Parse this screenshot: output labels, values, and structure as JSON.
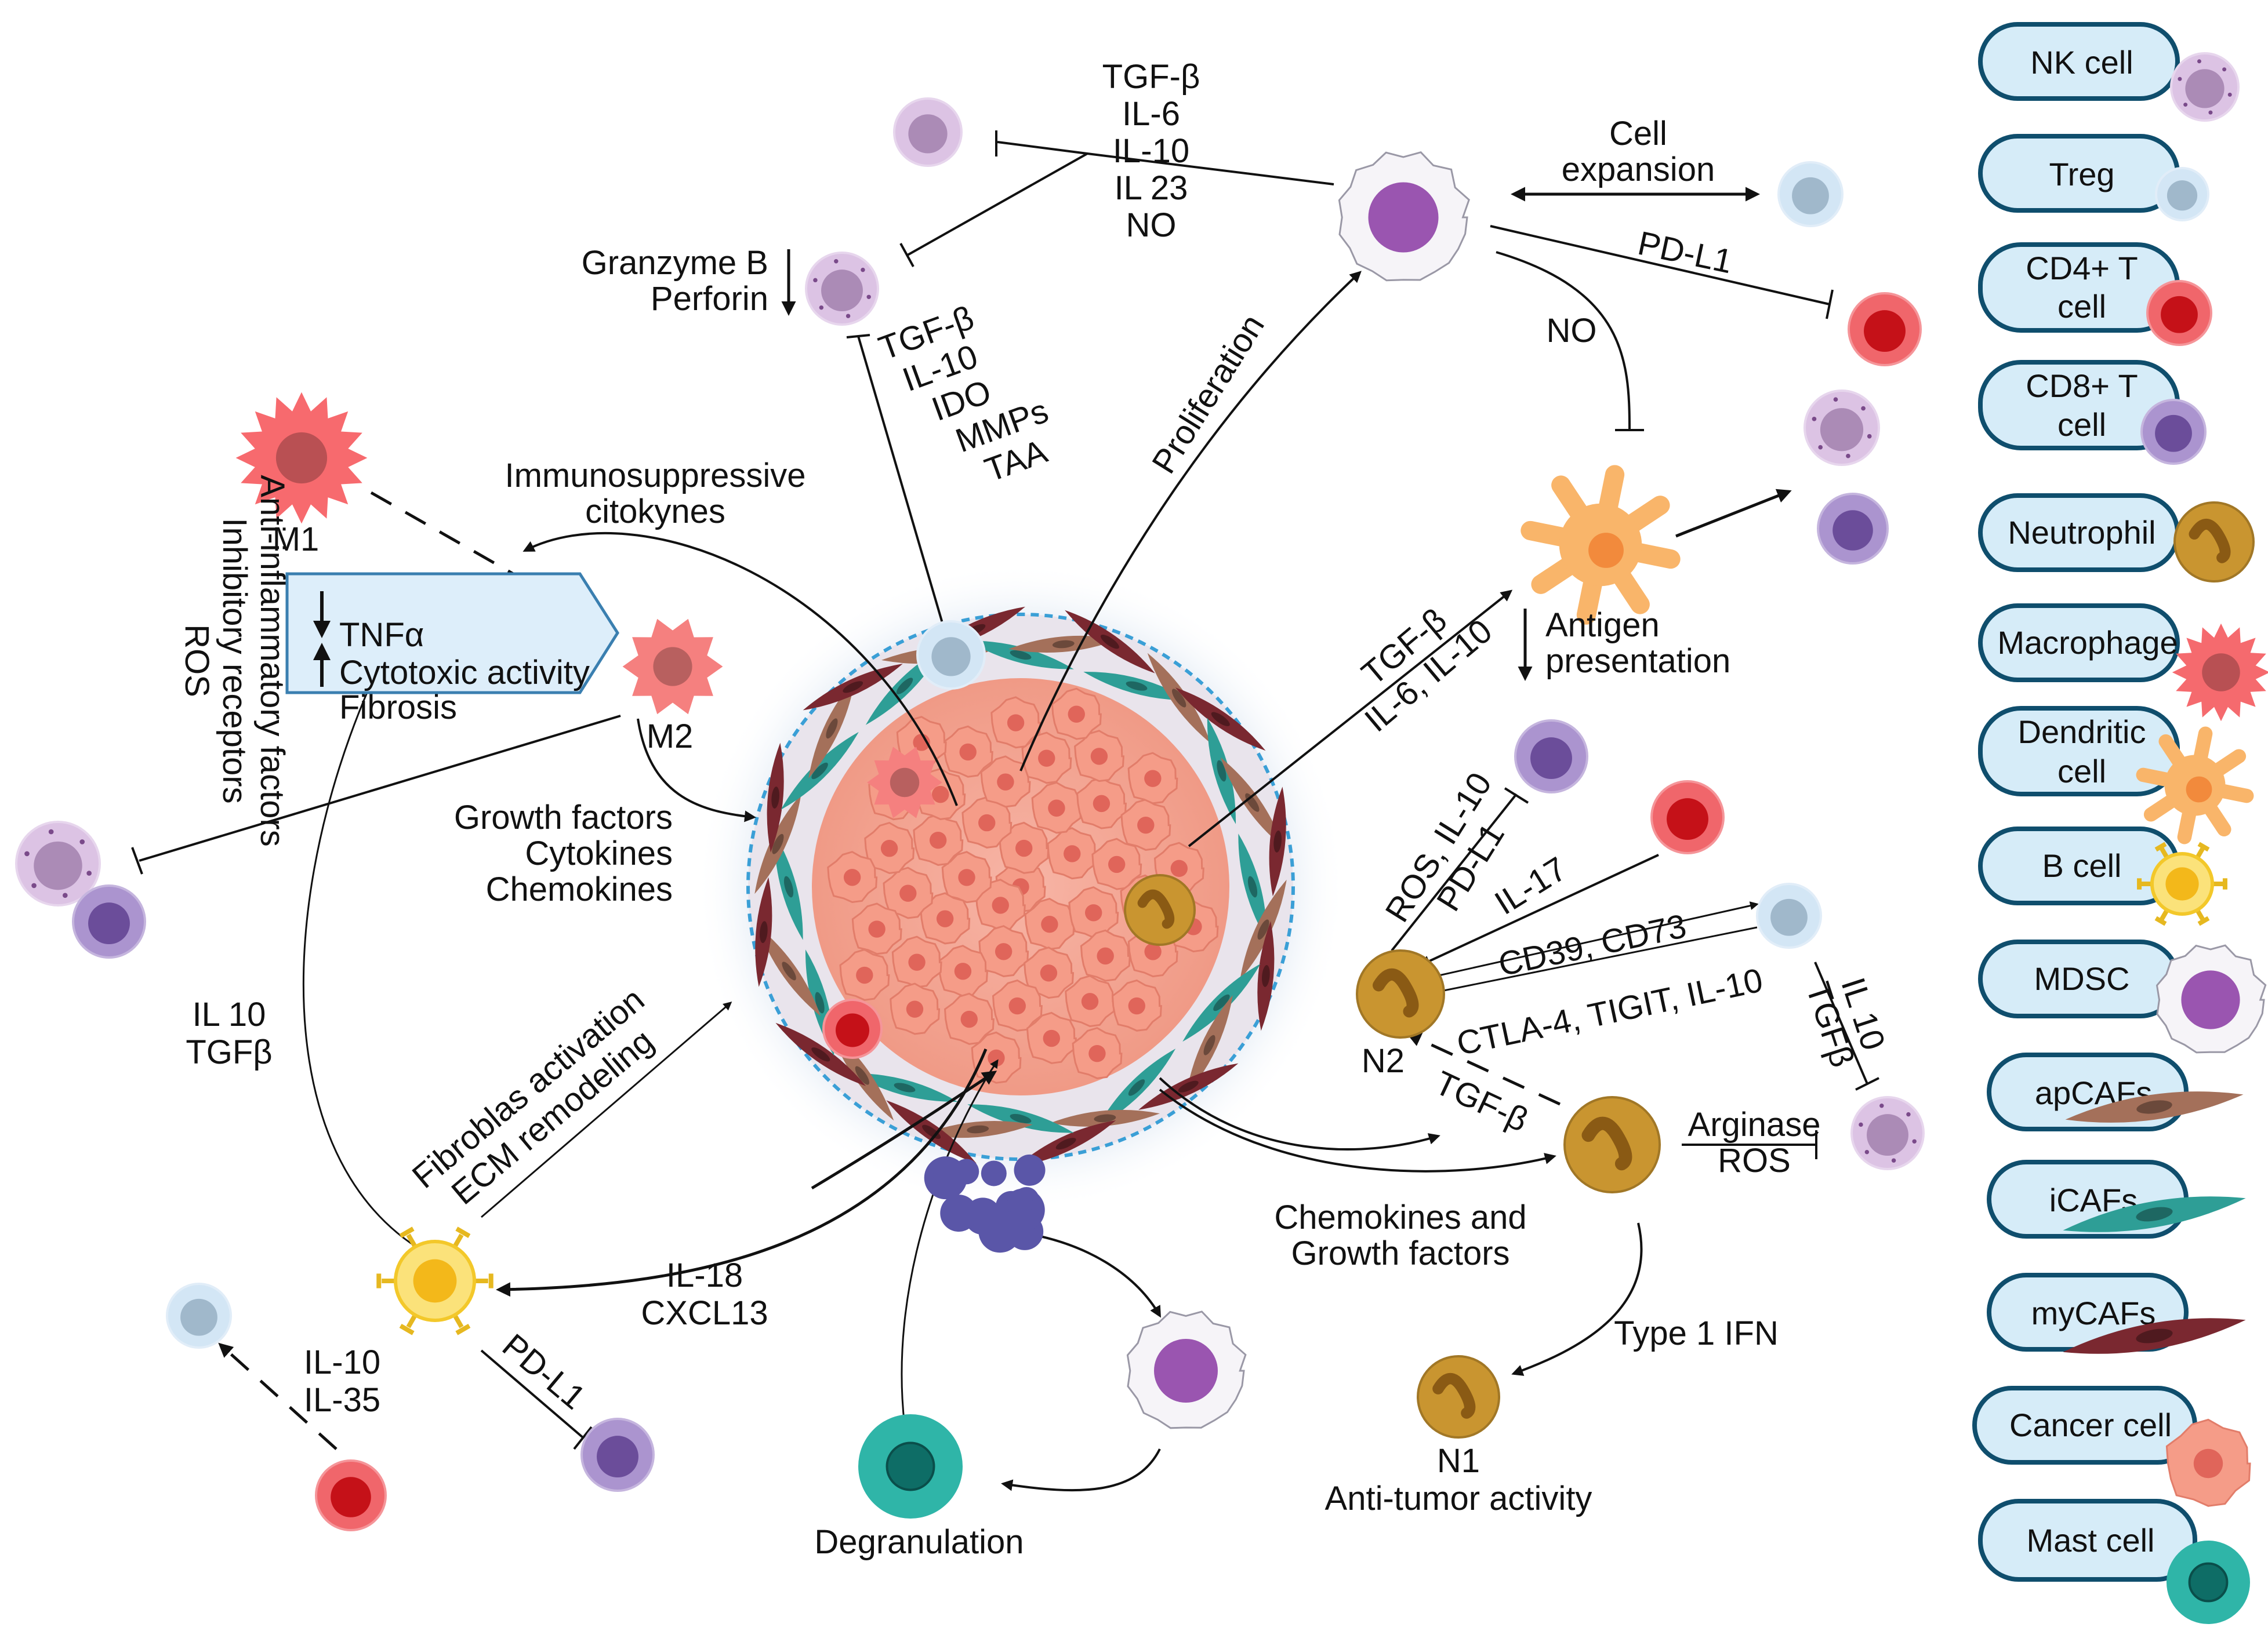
{
  "colors": {
    "nk": "#c9a3d6",
    "treg": "#bcd8ef",
    "cd4": "#e8141c",
    "cd8": "#7e5bb5",
    "neutrophil": "#c99530",
    "macrophage": "#f06a6e",
    "dendritic": "#f9b56a",
    "bcell": "#f7d13a",
    "mdsc": "#9a55b0",
    "apcaf": "#a4705a",
    "icaf": "#2e9e96",
    "mycaf": "#7a2830",
    "cancer": "#f59c88",
    "mast": "#2fb5a8",
    "legend_fill": "#d6ecf8",
    "legend_border": "#0f4e6d"
  },
  "legend": {
    "nk": "NK cell",
    "treg": "Treg",
    "cd4_1": "CD4+ T",
    "cd4_2": "cell",
    "cd8_1": "CD8+ T",
    "cd8_2": "cell",
    "neutrophil": "Neutrophil",
    "macrophage": "Macrophage",
    "dendritic_1": "Dendritic",
    "dendritic_2": "cell",
    "bcell": "B cell",
    "mdsc": "MDSC",
    "apcaf": "apCAFs",
    "icaf": "iCAFs",
    "mycaf": "myCAFs",
    "cancer": "Cancer cell",
    "mast": "Mast cell"
  },
  "labels": {
    "mdsc_cytokines": [
      "TGF-β",
      "IL-6",
      "IL-10",
      "IL 23",
      "NO"
    ],
    "cell_expansion": [
      "Cell",
      "expansion"
    ],
    "pdl1_top": "PD-L1",
    "no": "NO",
    "granzyme": [
      "Granzyme B",
      "Perforin"
    ],
    "treg_factors": [
      "TGF-β",
      "IL-10",
      "IDO",
      "MMPs",
      "TAA"
    ],
    "proliferation": "Proliferation",
    "immunosuppressive": [
      "Immunosuppressive",
      "citokynes"
    ],
    "m1": "M1",
    "m2": "M2",
    "box_tnfa": "TNFα",
    "box_cyto": "Cytotoxic activity",
    "box_fibrosis": "Fibrosis",
    "anti_inflammatory": [
      "Anti-inflammatory factors",
      "Inhibitory receptors",
      "ROS"
    ],
    "growth_factors": [
      "Growth factors",
      "Cytokines",
      "Chemokines"
    ],
    "antigen": [
      "Antigen",
      "presentation"
    ],
    "tgfb_il6": [
      "TGF-β",
      "IL-6, IL-10"
    ],
    "ros_il10": [
      "ROS, IL-10",
      "PD-L1"
    ],
    "il17": "IL-17",
    "cd39": "CD39, CD73",
    "ctla4": "CTLA-4, TIGIT, IL-10",
    "il10_tgfb_right": [
      "IL 10",
      "TGFβ"
    ],
    "n2": "N2",
    "tgfb_n2": "TGF-β",
    "arginase": [
      "Arginase",
      "ROS"
    ],
    "il10_tgfb_left": [
      "IL 10",
      "TGFβ"
    ],
    "fibroblast": [
      "Fibroblas activation",
      "ECM remodeling"
    ],
    "chemokines_growth": [
      "Chemokines and",
      "Growth factors"
    ],
    "type1ifn": "Type 1 IFN",
    "n1": [
      "N1",
      "Anti-tumor activity"
    ],
    "il18": [
      "IL-18",
      "CXCL13"
    ],
    "il10_il35": [
      "IL-10",
      "IL-35"
    ],
    "pdl1_bcell": "PD-L1",
    "degranulation": "Degranulation"
  }
}
